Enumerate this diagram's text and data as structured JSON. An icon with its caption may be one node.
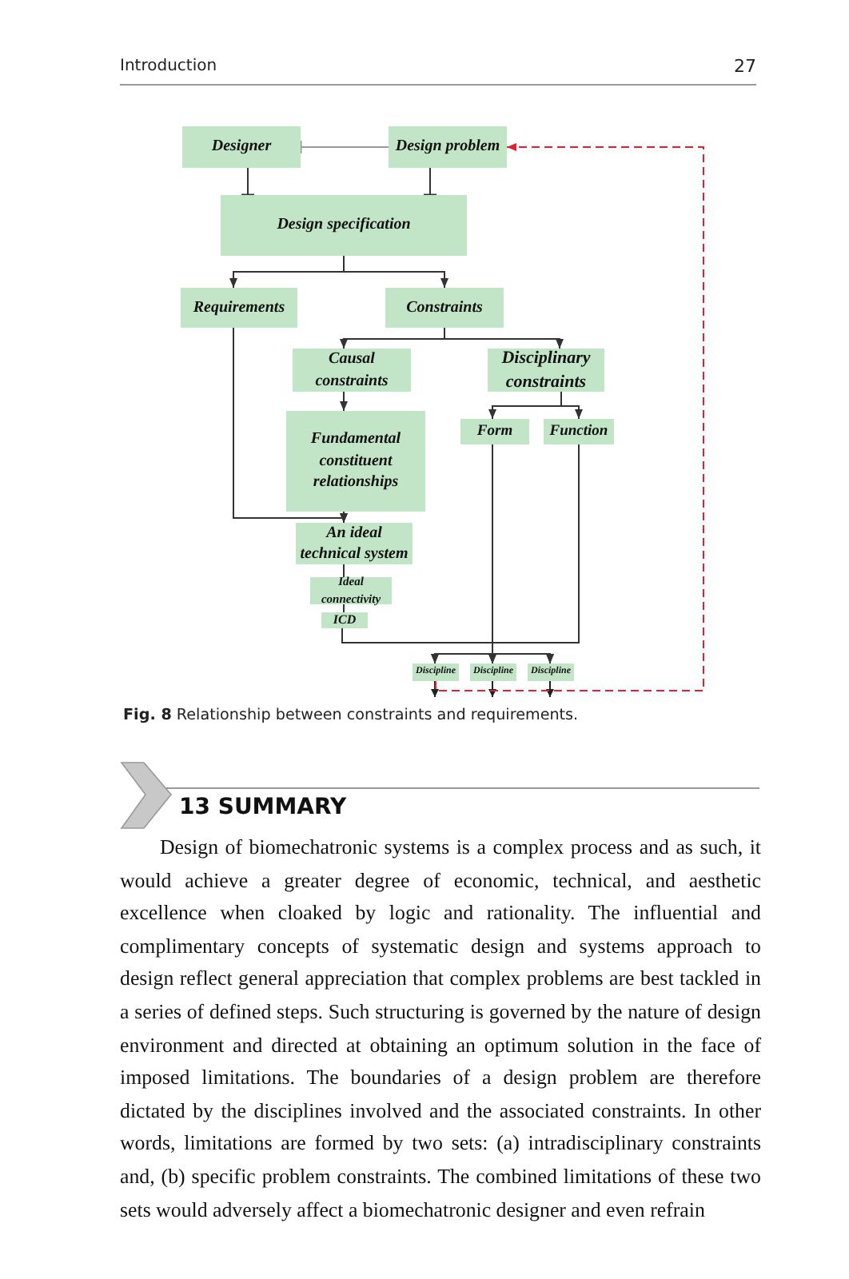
{
  "diagram": {
    "caption": "**Fig. 8** Relationship between constraints and requirements.",
    "nodes": [
      {
        "text": [
          "Designer"
        ]
      },
      {
        "text": [
          "Design problem"
        ]
      },
      {
        "text": [
          "Design specification"
        ]
      },
      {
        "text": [
          "Requirements"
        ]
      },
      {
        "text": [
          "Constraints"
        ]
      },
      {
        "text": [
          "Causal constraints"
        ]
      },
      {
        "text": [
          "Disciplinary constraints"
        ]
      },
      {
        "text": [
          "Fundamental constituent relationships"
        ]
      },
      {
        "text": [
          "Form"
        ]
      },
      {
        "text": [
          "Function"
        ]
      },
      {
        "text": [
          "An ideal technical system"
        ]
      },
      {
        "text": [
          "Ideal connectivity"
        ]
      },
      {
        "text": [
          "ICD"
        ]
      },
      {
        "text": [
          "Discipline"
        ]
      },
      {
        "text": [
          "Discipline"
        ]
      },
      {
        "text": [
          "Discipline"
        ]
      }
    ],
    "edges": [
      {
        "from": 1,
        "to": 0,
        "arrow": "other",
        "color": "#999999"
      },
      {
        "from": 0,
        "to": 2,
        "arrow": "other"
      },
      {
        "from": 1,
        "to": 2,
        "arrow": "other"
      },
      {
        "from": 2,
        "to": 3,
        "arrow": "to"
      },
      {
        "from": 2,
        "to": 4,
        "arrow": "to"
      },
      {
        "from": 4,
        "to": 5,
        "arrow": "to"
      },
      {
        "from": 4,
        "to": 6,
        "arrow": "to"
      },
      {
        "from": 5,
        "to": 7,
        "arrow": "to"
      },
      {
        "from": 3,
        "to": 10,
        "arrow": "to"
      },
      {
        "from": 7,
        "to": 10,
        "arrow": "to"
      },
      {
        "from": 10,
        "to": 11,
        "arrow": "none"
      },
      {
        "from": 11,
        "to": 12,
        "arrow": "none"
      },
      {
        "from": 6,
        "to": 8,
        "arrow": "to"
      },
      {
        "from": 6,
        "to": 9,
        "arrow": "to"
      },
      {
        "from": 8,
        "to": 14,
        "arrow": "to"
      },
      {
        "from": 12,
        "to": 13,
        "arrow": "to"
      },
      {
        "from": 12,
        "to": 14,
        "arrow": "to"
      },
      {
        "from": 12,
        "to": 15,
        "arrow": "to"
      },
      {
        "from": 9,
        "to": 13,
        "arrow": "to"
      },
      {
        "from": 9,
        "to": 14,
        "arrow": "to"
      },
      {
        "from": 9,
        "to": 15,
        "arrow": "to"
      },
      {
        "from": 13,
        "to": 1,
        "arrow": "to",
        "style": "dashed",
        "color": "#e0202a"
      }
    ],
    "labels": [
      "Introduction",
      "27",
      "13 SUMMARY",
      "Design of biomechatronic systems is a complex process and as such, it would achieve a greater degree of economic, technical, and aesthetic excellence when cloaked by logic and rationality. The influential and complimentary concepts of systematic design and systems approach to design reflect general appreciation that complex problems are best tackled in a series of defined steps. Such structuring is governed by the nature of design environment and directed at obtaining an optimum solution in the face of imposed limitations. The boundaries of a design problem are therefore dictated by the disciplines involved and the associated constraints. In other words, limitations are formed by two sets: (a) intradisciplinary constraints and, (b) specific problem constraints. The combined limitations of these two sets would adversely affect a biomechatronic designer and even refrain"
    ]
  }
}
